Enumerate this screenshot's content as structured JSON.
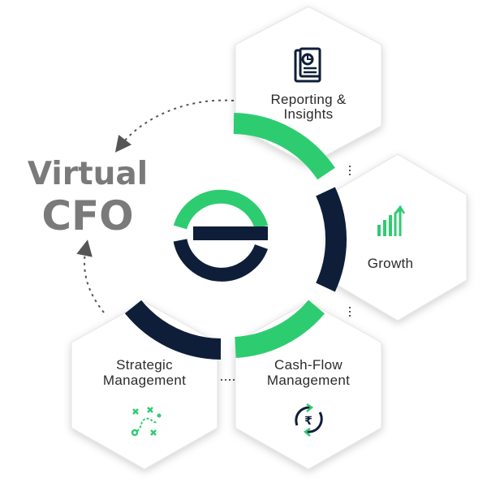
{
  "title": {
    "line1": "Virtual",
    "line2": "CFO"
  },
  "logo": {
    "icon": "stylized-g-logo-icon"
  },
  "colors": {
    "green": "#2ecc71",
    "navy": "#0f1e38",
    "title_gray": "#7a7a7a",
    "hex_fill": "#ffffff",
    "hex_shadow": "#d8d8d8",
    "arrow_gray": "#555555"
  },
  "hexagons": [
    {
      "id": "reporting",
      "line1": "Reporting &",
      "line2": "Insights",
      "icon": "report-document-icon"
    },
    {
      "id": "growth",
      "line1": "Growth",
      "line2": "",
      "icon": "growth-chart-icon"
    },
    {
      "id": "cashflow",
      "line1": "Cash-Flow",
      "line2": "Management",
      "icon": "rupee-cycle-icon"
    },
    {
      "id": "strategic",
      "line1": "Strategic",
      "line2": "Management",
      "icon": "strategy-plan-icon"
    }
  ]
}
